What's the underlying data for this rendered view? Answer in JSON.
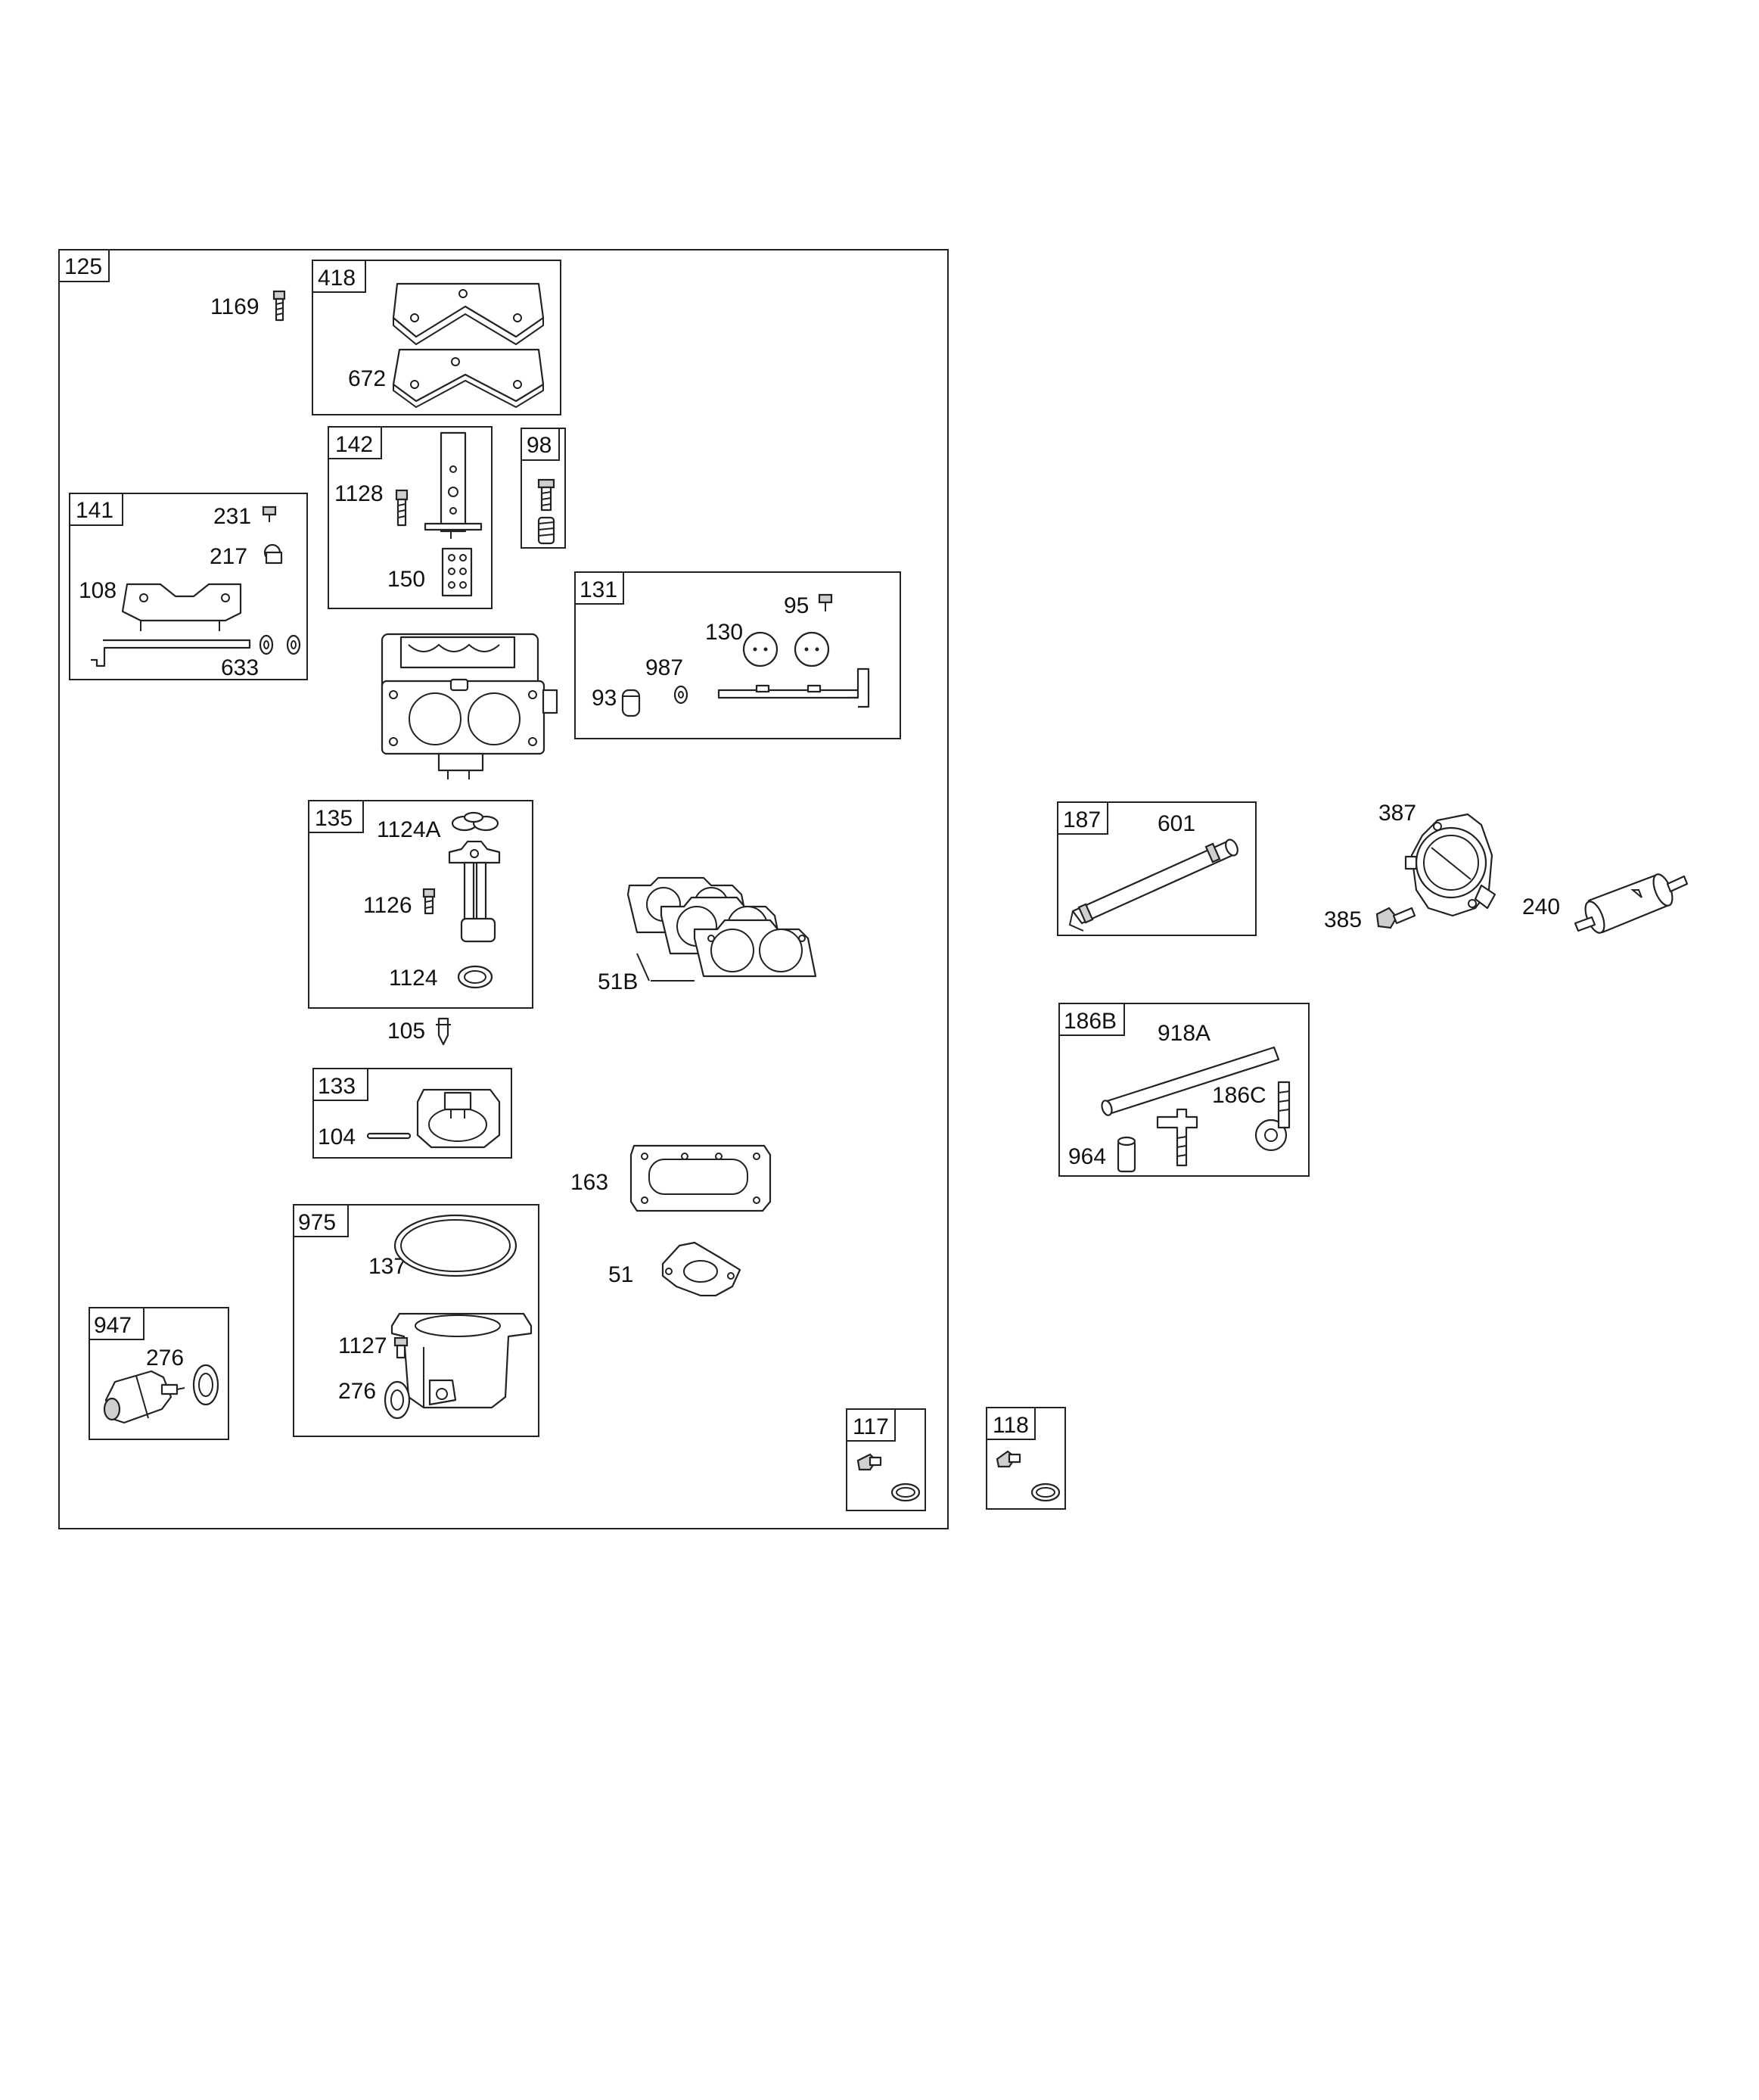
{
  "groups": {
    "g125": "125",
    "g418": "418",
    "g142": "142",
    "g98": "98",
    "g141": "141",
    "g131": "131",
    "g135": "135",
    "g133": "133",
    "g975": "975",
    "g947": "947",
    "g117": "117",
    "g118": "118",
    "g187": "187",
    "g186B": "186B"
  },
  "parts": {
    "p1169": "1169",
    "p672": "672",
    "p1128": "1128",
    "p150": "150",
    "p231": "231",
    "p217": "217",
    "p108": "108",
    "p633": "633",
    "p95": "95",
    "p130": "130",
    "p987": "987",
    "p93": "93",
    "p1124A": "1124A",
    "p1126": "1126",
    "p1124": "1124",
    "p51B": "51B",
    "p105": "105",
    "p104": "104",
    "p163": "163",
    "p137": "137",
    "p51": "51",
    "p1127": "1127",
    "p276a": "276",
    "p276b": "276",
    "p601": "601",
    "p387": "387",
    "p385": "385",
    "p240": "240",
    "p918A": "918A",
    "p186C": "186C",
    "p964": "964"
  }
}
